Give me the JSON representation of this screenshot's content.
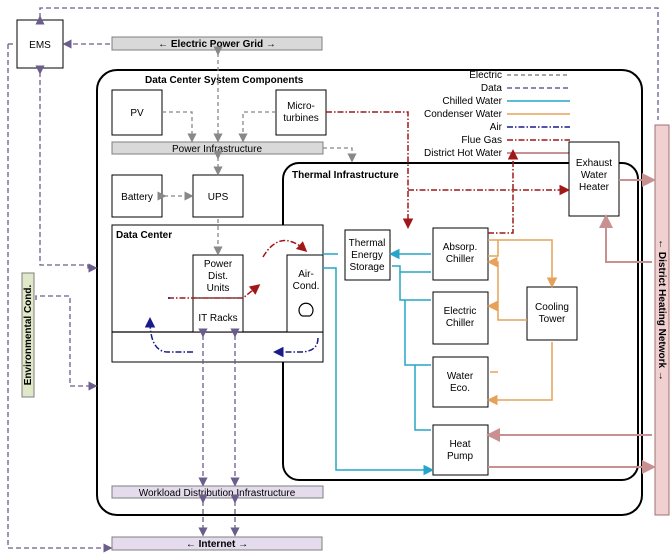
{
  "colors": {
    "electric": "#888888",
    "data": "#6b5e8c",
    "chilled": "#26a5c9",
    "condenser": "#e6a25a",
    "air": "#1a1a8c",
    "flue": "#a01818",
    "hot": "#c89090",
    "env": "#dfe8c8",
    "dhn": "#f0d0d0"
  },
  "top_bar": {
    "label": "← Electric Power Grid →"
  },
  "bottom_bar": {
    "label": "← Internet →"
  },
  "ems": {
    "label": "EMS"
  },
  "env_label": "Environmental Cond.",
  "dhn_label": "← District Heating Network →",
  "system": {
    "title": "Data Center System Components",
    "pv": "PV",
    "microturbines": [
      "Micro-",
      "turbines"
    ],
    "power_infra": "Power Infrastructure",
    "battery": "Battery",
    "ups": "UPS",
    "data_center": "Data Center",
    "pdu": [
      "Power",
      "Dist.",
      "Units"
    ],
    "it_racks": "IT Racks",
    "air_cond": [
      "Air-",
      "Cond."
    ],
    "workload": "Workload Distribution Infrastructure"
  },
  "thermal": {
    "title": "Thermal Infrastructure",
    "storage": [
      "Thermal",
      "Energy",
      "Storage"
    ],
    "absorp": [
      "Absorp.",
      "Chiller"
    ],
    "electric_chiller": [
      "Electric",
      "Chiller"
    ],
    "water_eco": [
      "Water",
      "Eco."
    ],
    "heat_pump": [
      "Heat",
      "Pump"
    ],
    "cooling_tower": [
      "Cooling",
      "Tower"
    ],
    "exhaust": [
      "Exhaust",
      "Water",
      "Heater"
    ]
  },
  "legend": [
    {
      "label": "Electric",
      "color": "#888888",
      "style": "dashed"
    },
    {
      "label": "Data",
      "color": "#6b5e8c",
      "style": "dashed"
    },
    {
      "label": "Chilled Water",
      "color": "#26a5c9",
      "style": "solid"
    },
    {
      "label": "Condenser Water",
      "color": "#e6a25a",
      "style": "solid"
    },
    {
      "label": "Air",
      "color": "#1a1a8c",
      "style": "dashdot"
    },
    {
      "label": "Flue Gas",
      "color": "#a01818",
      "style": "dashdot"
    },
    {
      "label": "District Hot Water",
      "color": "#c89090",
      "style": "solid"
    }
  ]
}
